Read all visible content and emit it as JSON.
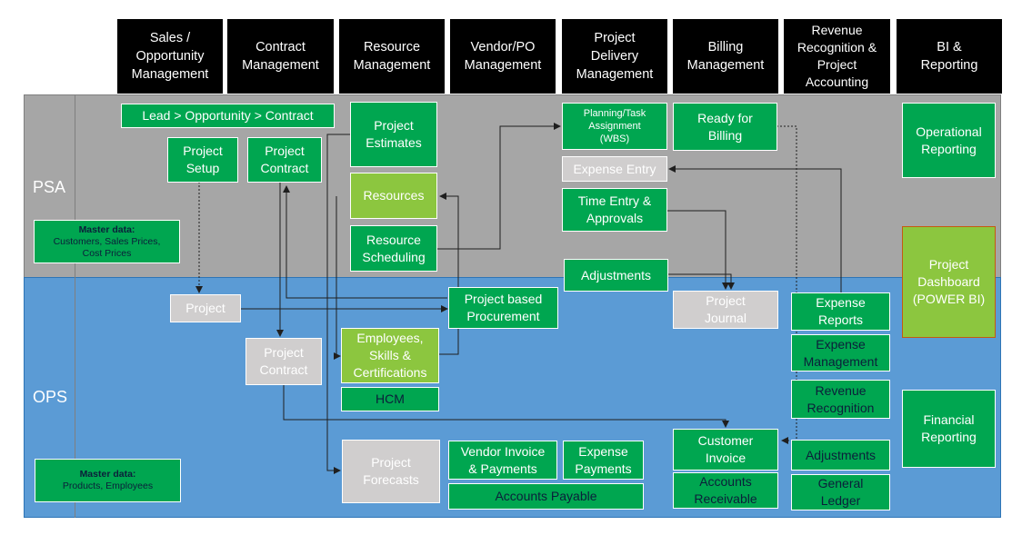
{
  "headers": [
    "Sales /\nOpportunity\nManagement",
    "Contract\nManagement",
    "Resource\nManagement",
    "Vendor/PO\nManagement",
    "Project\nDelivery\nManagement",
    "Billing\nManagement",
    "Revenue\nRecognition &\nProject\nAccounting",
    "BI &\nReporting"
  ],
  "lanes": {
    "psa": "PSA",
    "ops": "OPS"
  },
  "boxes": {
    "lead": "Lead > Opportunity > Contract",
    "project_setup": "Project\nSetup",
    "project_contract_psa": "Project\nContract",
    "project_estimates": "Project\nEstimates",
    "resources": "Resources",
    "resource_scheduling": "Resource\nScheduling",
    "planning": "Planning/Task\nAssignment\n(WBS)",
    "expense_entry": "Expense Entry",
    "time_entry": "Time Entry &\nApprovals",
    "adjustments_psa": "Adjustments",
    "ready_billing": "Ready for\nBilling",
    "operational_reporting": "Operational\nReporting",
    "master_psa_title": "Master data:",
    "master_psa_body": "Customers, Sales Prices,\nCost Prices",
    "project_dashboard": "Project\nDashboard\n(POWER BI)",
    "project_ops": "Project",
    "project_contract_ops": "Project\nContract",
    "employees": "Employees,\nSkills &\nCertifications",
    "hcm": "HCM",
    "project_procurement": "Project based\nProcurement",
    "project_journal": "Project\nJournal",
    "expense_reports": "Expense\nReports",
    "expense_management": "Expense\nManagement",
    "revenue_recognition": "Revenue\nRecognition",
    "financial_reporting": "Financial\nReporting",
    "customer_invoice": "Customer\nInvoice",
    "adjustments_ops": "Adjustments",
    "accounts_receivable": "Accounts\nReceivable",
    "general_ledger": "General\nLedger",
    "project_forecasts": "Project\nForecasts",
    "vendor_invoice": "Vendor Invoice\n& Payments",
    "expense_payments": "Expense\nPayments",
    "accounts_payable": "Accounts Payable",
    "master_ops_title": "Master data:",
    "master_ops_body": "Products, Employees"
  },
  "colors": {
    "header": "#000000",
    "psa_band": "#a6a6a6",
    "ops_band": "#5b9bd5",
    "green": "#00a650",
    "light_green": "#8cc63f",
    "gray_box": "#d0cece",
    "connector": "#1f1f1f"
  }
}
